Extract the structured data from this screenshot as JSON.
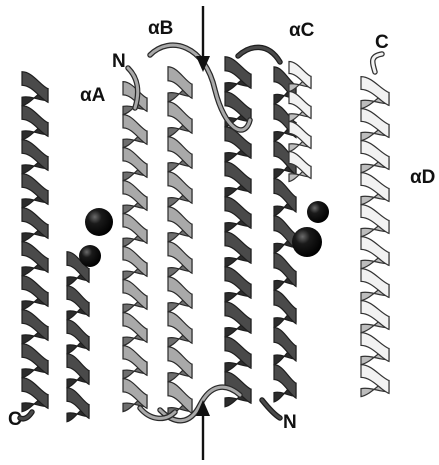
{
  "colors": {
    "background": "#ffffff",
    "dark": "#4a4a4a",
    "dark_edge": "#1e1e1e",
    "light": "#a9a9a9",
    "light_edge": "#2a2a2a",
    "white": "#f2f2f2",
    "white_edge": "#333333",
    "ion": "#0a0a0a"
  },
  "labels": {
    "alpha_a": "αA",
    "alpha_b": "αB",
    "alpha_c": "αC",
    "alpha_d": "αD",
    "n_top": "N",
    "n_bottom": "N",
    "c_top": "C",
    "c_bottom": "C"
  }
}
